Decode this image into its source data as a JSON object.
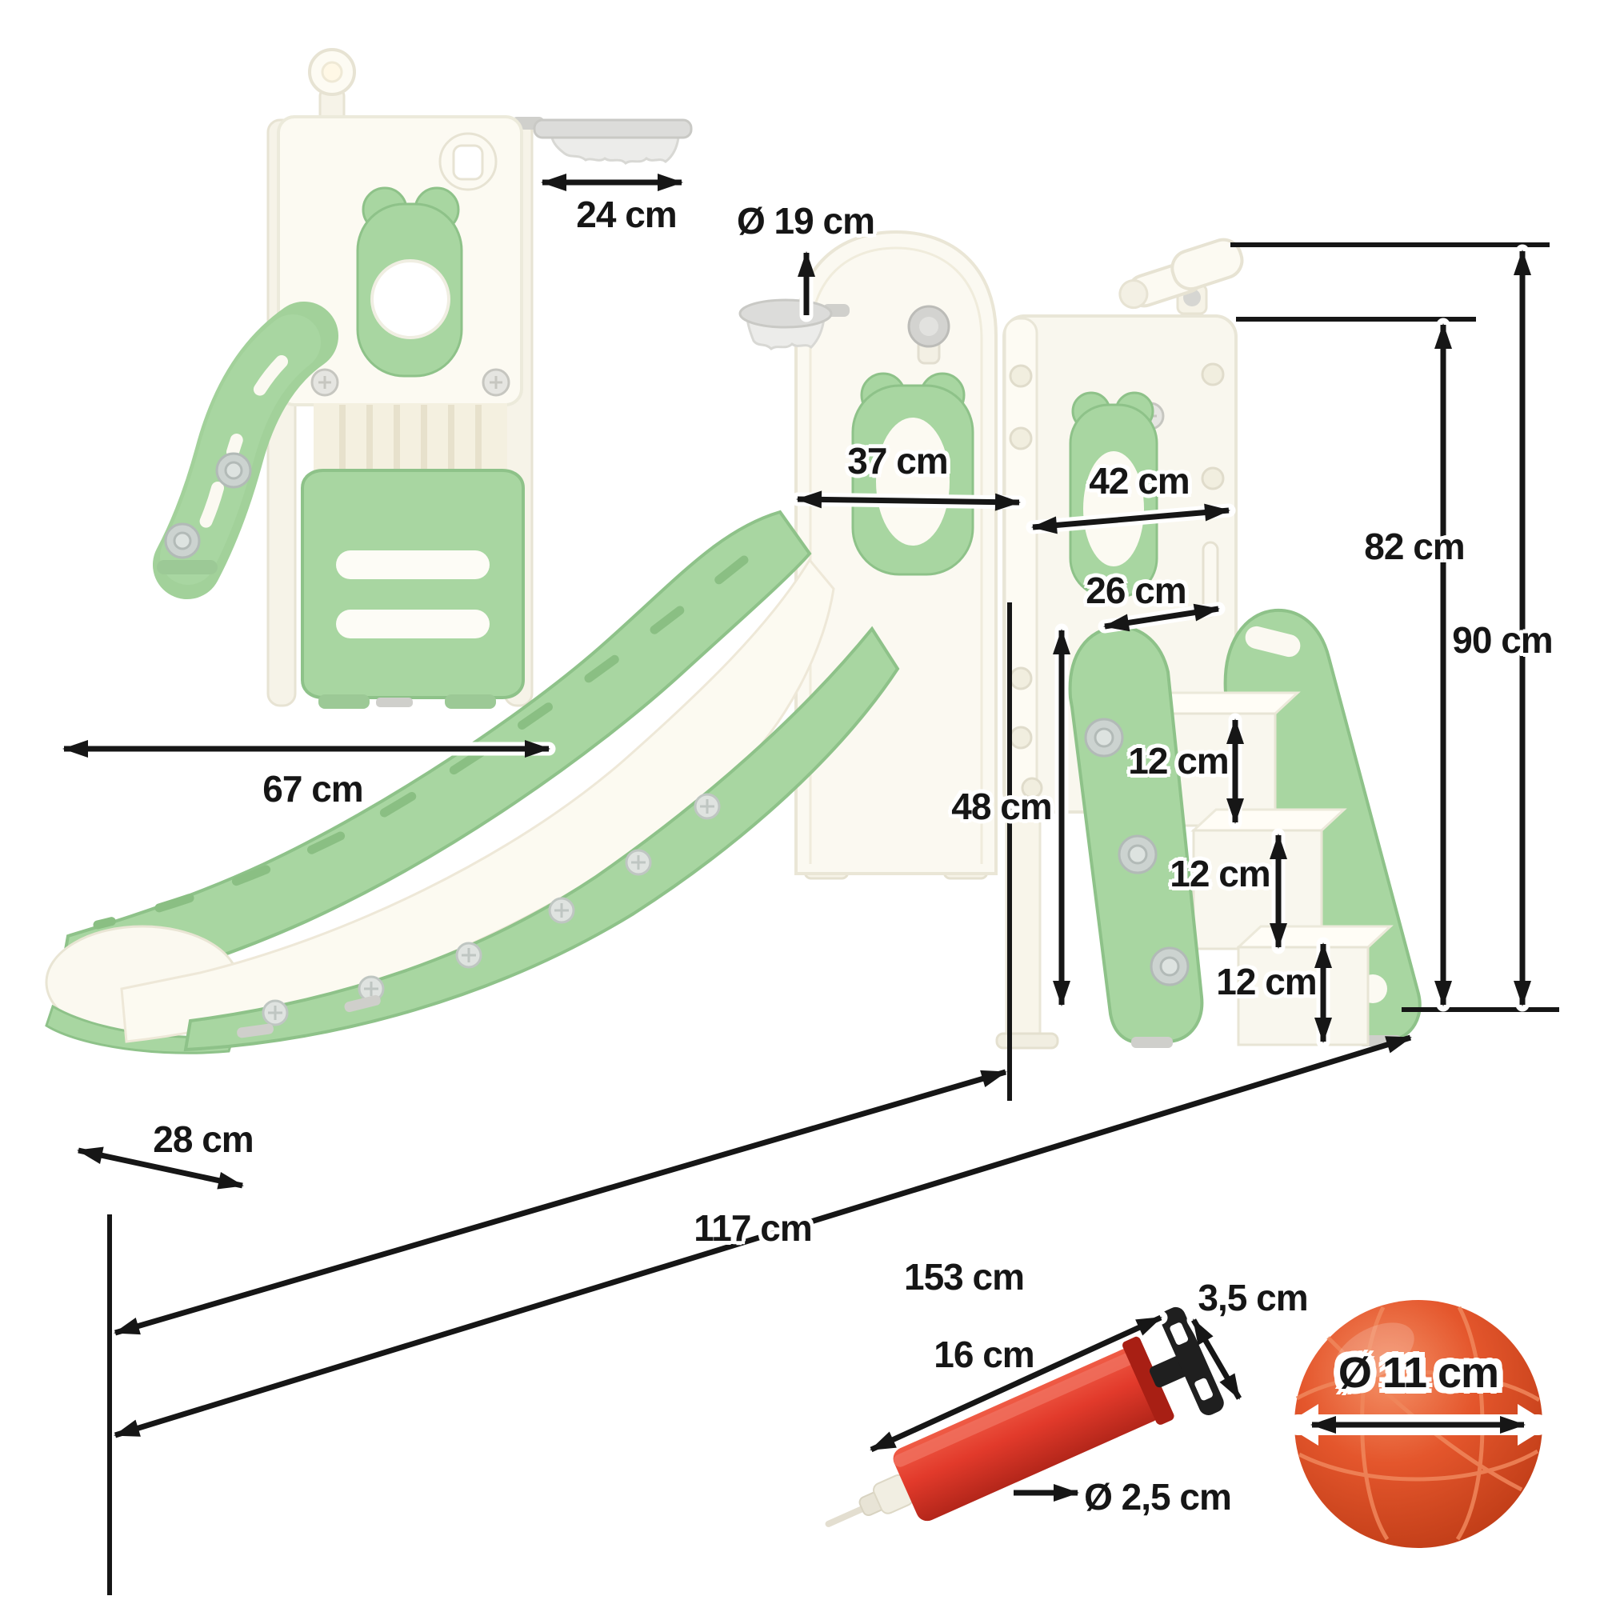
{
  "figure": {
    "kind": "product dimension diagram",
    "views": [
      "rear-view-playset",
      "main-view-playset",
      "air-pump",
      "basketball"
    ]
  },
  "palette": {
    "background": "#ffffff",
    "green": "#a8d6a1",
    "green_dark": "#8ec289",
    "cream": "#f6f3e8",
    "panel_white": "#fbf9f1",
    "gray": "#d8d8d4",
    "knob_gray": "#ccd3d0",
    "dimension_line": "#161616",
    "pump_red": "#e23a2b",
    "pump_red_dark": "#b3261a",
    "pump_handle_black": "#1f1f1f",
    "ball_orange": "#e05430"
  },
  "measurements": {
    "hoop_basket_width": {
      "label": "24 cm"
    },
    "rear_total_width": {
      "label": "67 cm"
    },
    "hoop_diameter": {
      "label": "Ø 19 cm"
    },
    "tower1_width": {
      "label": "37 cm"
    },
    "tower2_width": {
      "label": "42 cm"
    },
    "step_depth": {
      "label": "26 cm"
    },
    "platform_height": {
      "label": "48 cm"
    },
    "tower_height": {
      "label": "82 cm"
    },
    "total_height": {
      "label": "90 cm"
    },
    "step1_height": {
      "label": "12 cm"
    },
    "step2_height": {
      "label": "12 cm"
    },
    "step3_height": {
      "label": "12 cm"
    },
    "slide_width": {
      "label": "28 cm"
    },
    "slide_length": {
      "label": "117 cm"
    },
    "total_length": {
      "label": "153 cm"
    },
    "pump_length": {
      "label": "16 cm"
    },
    "pump_handle_width": {
      "label": "3,5 cm"
    },
    "pump_nozzle_diameter": {
      "label": "Ø 2,5 cm"
    },
    "ball_diameter": {
      "label": "Ø 11 cm"
    }
  }
}
